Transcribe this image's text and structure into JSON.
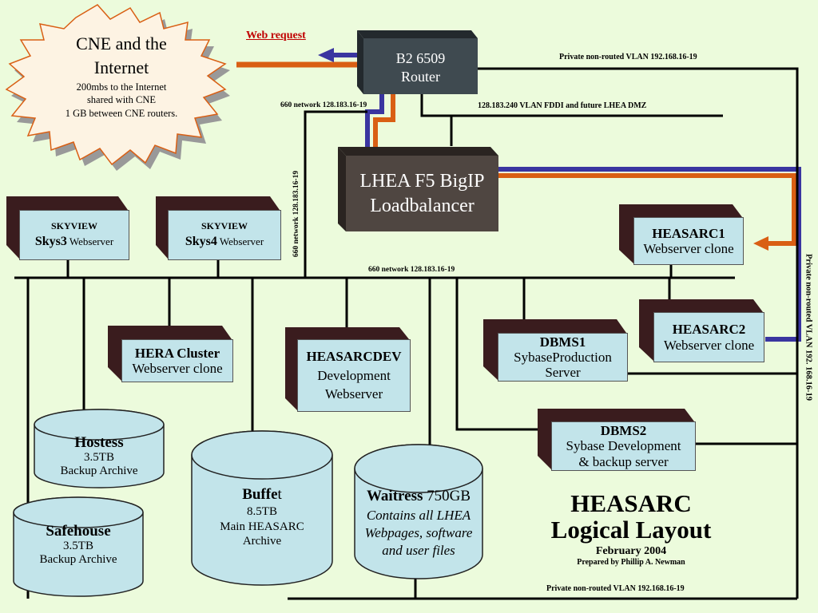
{
  "colors": {
    "background": "#ecfbdc",
    "server_box": "#c2e4ea",
    "box_shadow": "#3a1c1e",
    "router": "#3f4a50",
    "loadbalancer": "#4f4641",
    "orange_link": "#d95f14",
    "blue_link": "#3a35a0",
    "web_request": "#c00000"
  },
  "cloud": {
    "title1": "CNE and the",
    "title2": "Internet",
    "line1": "200mbs to the Internet",
    "line2": "shared with CNE",
    "line3": "1 GB between CNE routers."
  },
  "web_request": "Web request",
  "router": {
    "line1": "B2 6509",
    "line2": "Router"
  },
  "loadbalancer": {
    "line1": "LHEA F5 BigIP",
    "line2": "Loadbalancer"
  },
  "networks": {
    "private_top": "Private non-routed VLAN 192.168.16-19",
    "fddi": "128.183.240 VLAN  FDDI and future LHEA DMZ",
    "net660_top": "660 network 128.183.16-19",
    "net660_vertical": "660 network 128.183.16-19",
    "net660_bus": "660 network 128.183.16-19",
    "private_right": "Private non-routed VLAN 192. 168.16-19",
    "private_bottom": "Private non-routed VLAN 192.168.16-19"
  },
  "servers": {
    "skys3": {
      "top": "SKYVIEW",
      "bold": "Skys3",
      "rest": " Webserver"
    },
    "skys4": {
      "top": "SKYVIEW",
      "bold": "Skys4",
      "rest": " Webserver"
    },
    "heasarc1": {
      "line1": "HEASARC1",
      "line2": "Webserver clone"
    },
    "heasarc2": {
      "line1": "HEASARC2",
      "line2": "Webserver clone"
    },
    "hera": {
      "line1": "HERA Cluster",
      "line2": "Webserver clone"
    },
    "heasarcdev": {
      "line1": "HEASARCDEV",
      "line2": "Development",
      "line3": "Webserver"
    },
    "dbms1": {
      "line1": "DBMS1",
      "line2": "SybaseProduction",
      "line3": "Server"
    },
    "dbms2": {
      "line1": "DBMS2",
      "line2": "Sybase Development",
      "line3": "& backup server"
    }
  },
  "storage": {
    "hostess": {
      "name": "Hostess",
      "size": "3.5TB",
      "desc": "Backup Archive"
    },
    "safehouse": {
      "name": "Safehouse",
      "size": "3.5TB",
      "desc": "Backup Archive"
    },
    "buffet": {
      "name_bold": "Buffe",
      "name_rest": "t",
      "size": "8.5TB",
      "desc1": "Main HEASARC",
      "desc2": "Archive"
    },
    "waitress": {
      "name_bold": "Waitress",
      "name_rest": " 750GB",
      "line1": "Contains all LHEA",
      "line2": "Webpages, software",
      "line3": "and user files"
    }
  },
  "title": {
    "line1": "HEASARC",
    "line2": "Logical Layout",
    "date": "February 2004",
    "author": "Prepared by Phillip A. Newman"
  }
}
